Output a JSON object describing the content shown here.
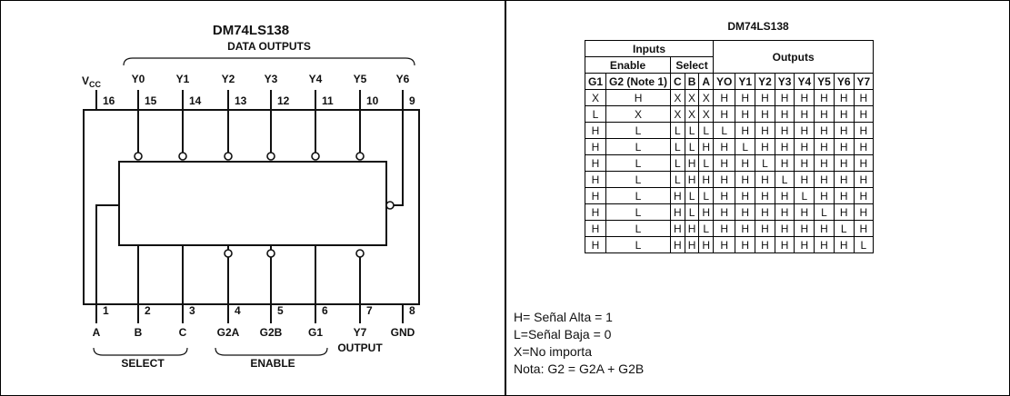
{
  "left": {
    "title": "DM74LS138",
    "data_outputs_label": "DATA OUTPUTS",
    "vcc_label": "V",
    "vcc_sub": "CC",
    "top_pins": [
      {
        "name": "",
        "num": "16"
      },
      {
        "name": "Y0",
        "num": "15"
      },
      {
        "name": "Y1",
        "num": "14"
      },
      {
        "name": "Y2",
        "num": "13"
      },
      {
        "name": "Y3",
        "num": "12"
      },
      {
        "name": "Y4",
        "num": "11"
      },
      {
        "name": "Y5",
        "num": "10"
      },
      {
        "name": "Y6",
        "num": "9"
      }
    ],
    "bottom_pins": [
      {
        "name": "A",
        "num": "1"
      },
      {
        "name": "B",
        "num": "2"
      },
      {
        "name": "C",
        "num": "3"
      },
      {
        "name": "G2A",
        "num": "4"
      },
      {
        "name": "G2B",
        "num": "5"
      },
      {
        "name": "G1",
        "num": "6"
      },
      {
        "name": "Y7",
        "num": "7"
      },
      {
        "name": "GND",
        "num": "8"
      }
    ],
    "output_label": "OUTPUT",
    "select_label": "SELECT",
    "enable_label": "ENABLE"
  },
  "right": {
    "title": "DM74LS138",
    "headers": {
      "inputs": "Inputs",
      "outputs": "Outputs",
      "enable": "Enable",
      "select": "Select",
      "columns": [
        "G1",
        "G2 (Note 1)",
        "C",
        "B",
        "A",
        "YO",
        "Y1",
        "Y2",
        "Y3",
        "Y4",
        "Y5",
        "Y6",
        "Y7"
      ]
    },
    "rows": [
      [
        "X",
        "H",
        "X",
        "X",
        "X",
        "H",
        "H",
        "H",
        "H",
        "H",
        "H",
        "H",
        "H"
      ],
      [
        "L",
        "X",
        "X",
        "X",
        "X",
        "H",
        "H",
        "H",
        "H",
        "H",
        "H",
        "H",
        "H"
      ],
      [
        "H",
        "L",
        "L",
        "L",
        "L",
        "L",
        "H",
        "H",
        "H",
        "H",
        "H",
        "H",
        "H"
      ],
      [
        "H",
        "L",
        "L",
        "L",
        "H",
        "H",
        "L",
        "H",
        "H",
        "H",
        "H",
        "H",
        "H"
      ],
      [
        "H",
        "L",
        "L",
        "H",
        "L",
        "H",
        "H",
        "L",
        "H",
        "H",
        "H",
        "H",
        "H"
      ],
      [
        "H",
        "L",
        "L",
        "H",
        "H",
        "H",
        "H",
        "H",
        "L",
        "H",
        "H",
        "H",
        "H"
      ],
      [
        "H",
        "L",
        "H",
        "L",
        "L",
        "H",
        "H",
        "H",
        "H",
        "L",
        "H",
        "H",
        "H"
      ],
      [
        "H",
        "L",
        "H",
        "L",
        "H",
        "H",
        "H",
        "H",
        "H",
        "H",
        "L",
        "H",
        "H"
      ],
      [
        "H",
        "L",
        "H",
        "H",
        "L",
        "H",
        "H",
        "H",
        "H",
        "H",
        "H",
        "L",
        "H"
      ],
      [
        "H",
        "L",
        "H",
        "H",
        "H",
        "H",
        "H",
        "H",
        "H",
        "H",
        "H",
        "H",
        "L"
      ]
    ],
    "notes": [
      "H= Señal Alta = 1",
      "L=Señal Baja = 0",
      "X=No importa",
      "Nota: G2 = G2A + G2B"
    ]
  }
}
